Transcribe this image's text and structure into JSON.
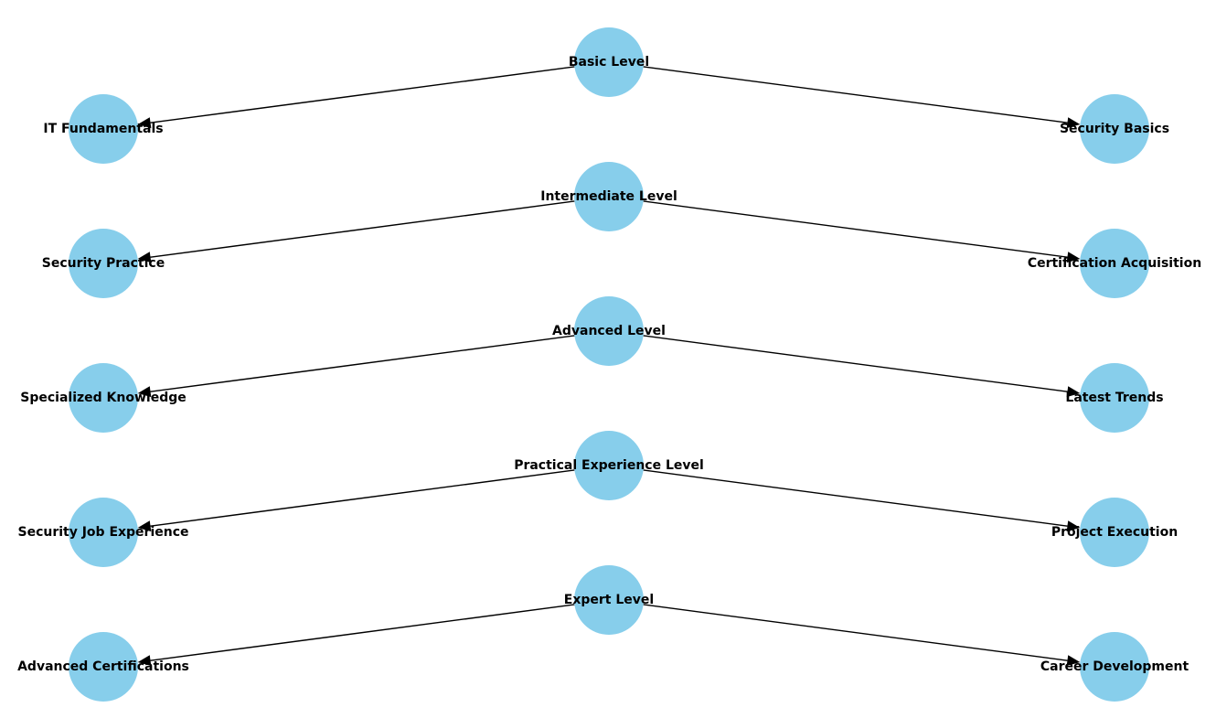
{
  "diagram": {
    "levels": [
      {
        "label": "Basic Level",
        "children": [
          "IT Fundamentals",
          "Security Basics"
        ]
      },
      {
        "label": "Intermediate Level",
        "children": [
          "Security Practice",
          "Certification Acquisition"
        ]
      },
      {
        "label": "Advanced Level",
        "children": [
          "Specialized Knowledge",
          "Latest Trends"
        ]
      },
      {
        "label": "Practical Experience Level",
        "children": [
          "Security Job Experience",
          "Project Execution"
        ]
      },
      {
        "label": "Expert Level",
        "children": [
          "Advanced Certifications",
          "Career Development"
        ]
      }
    ],
    "colors": {
      "node": "#87ceeb",
      "edge": "#000000",
      "text": "#000000"
    }
  }
}
